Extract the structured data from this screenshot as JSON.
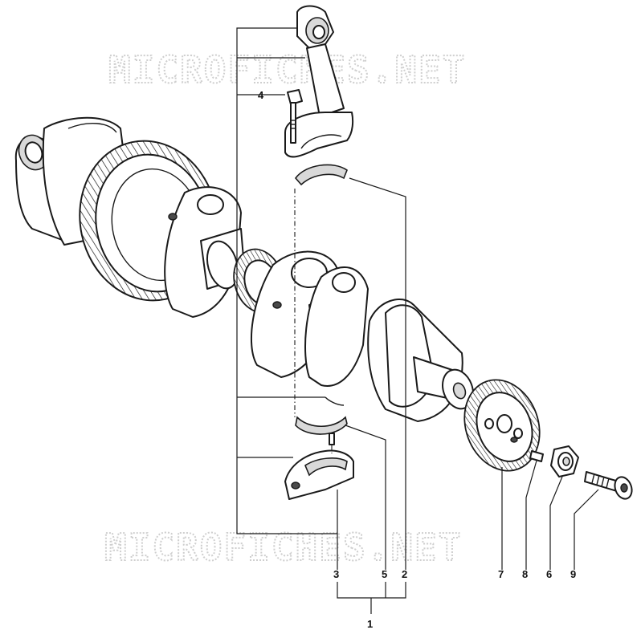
{
  "watermarks": [
    "MICROFICHES.NET",
    "MICROFICHES.NET"
  ],
  "callouts": {
    "c1": "1",
    "c2": "2",
    "c3": "3",
    "c4": "4",
    "c5": "5",
    "c6": "6",
    "c7": "7",
    "c8": "8",
    "c9": "9"
  }
}
